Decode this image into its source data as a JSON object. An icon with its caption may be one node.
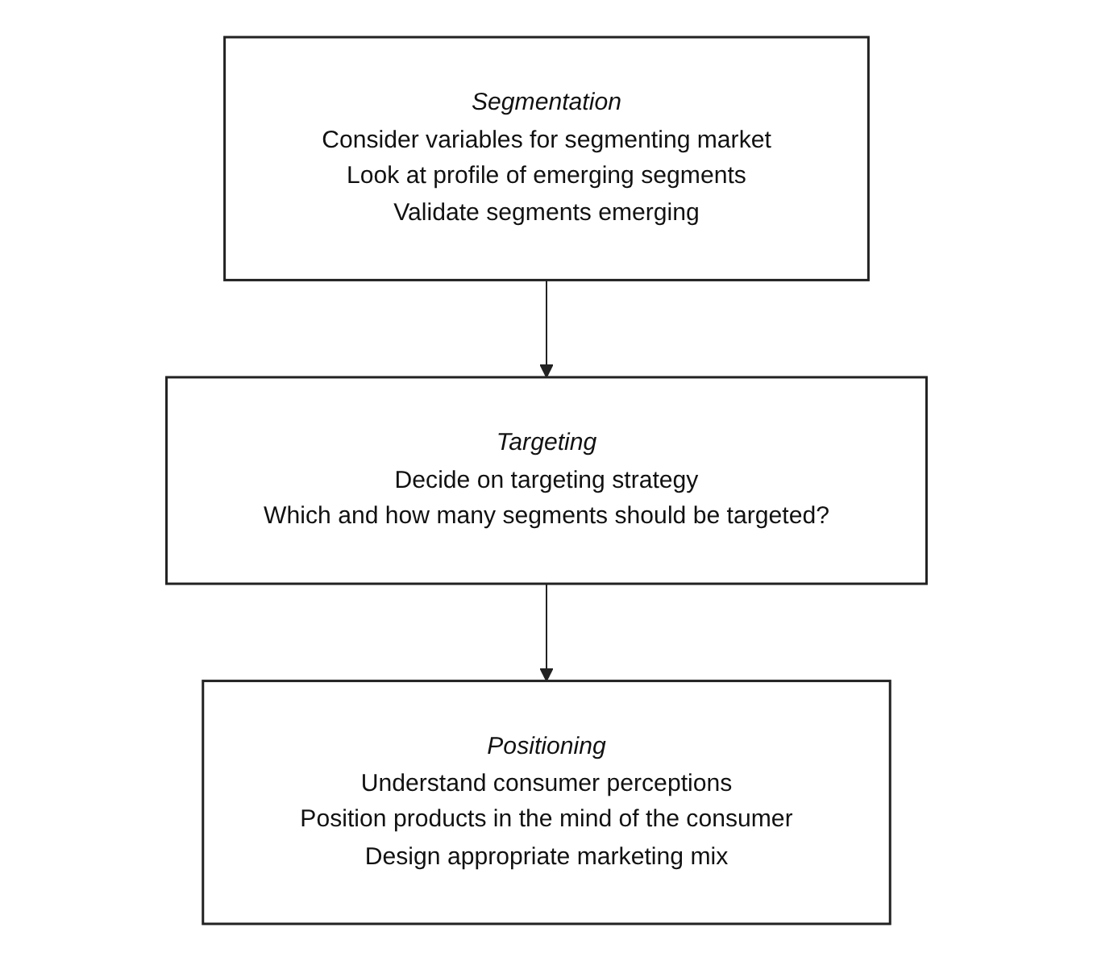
{
  "diagram": {
    "nodes": [
      {
        "text": [
          "Segmentation",
          "Consider variables for segmenting market",
          "Look at profile of emerging segments",
          "Validate segments emerging"
        ]
      },
      {
        "text": [
          "Targeting",
          "Decide on targeting strategy",
          "Which and how many segments should be targeted?"
        ]
      },
      {
        "text": [
          "Positioning",
          "Understand consumer perceptions",
          "Position products in the mind of the consumer",
          "Design appropriate marketing mix"
        ]
      }
    ],
    "edges": [
      {
        "from": 0,
        "to": 1,
        "arrow": "to"
      },
      {
        "from": 1,
        "to": 2,
        "arrow": "to"
      }
    ]
  }
}
